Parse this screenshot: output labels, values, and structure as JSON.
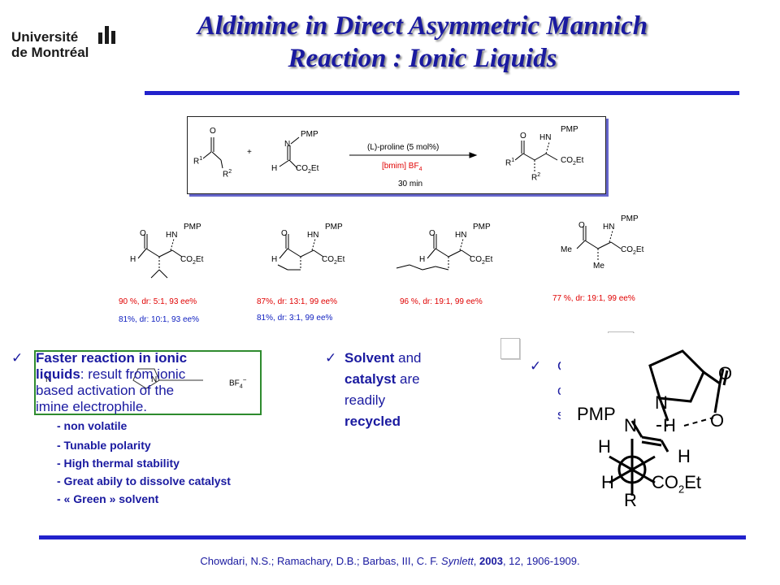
{
  "header": {
    "logo_line1": "Université",
    "logo_line2": "de Montréal",
    "title_line1": "Aldimine in Direct Asymmetric Mannich",
    "title_line2": "Reaction : Ionic Liquids"
  },
  "scheme": {
    "reactant1_o": "O",
    "reactant1_r1": "R",
    "reactant1_r1_sup": "1",
    "reactant1_r2": "R",
    "reactant1_r2_sup": "2",
    "plus": "+",
    "imine_pmp": "PMP",
    "imine_n": "N",
    "imine_h": "H",
    "imine_co2et": "CO",
    "imine_co2et_sub": "2",
    "imine_co2et_tail": "Et",
    "arrow_top": "(L)-proline (5 mol%)",
    "arrow_bottom_solvent": "[bmim] BF",
    "arrow_bottom_solvent_sub": "4",
    "arrow_time": "30 min",
    "product_o": "O",
    "product_hn": "HN",
    "product_pmp": "PMP",
    "product_r1": "R",
    "product_r1_sup": "1",
    "product_r2": "R",
    "product_r2_sup": "2",
    "product_co2et": "CO",
    "product_co2et_sub": "2",
    "product_co2et_tail": "Et"
  },
  "examples": [
    {
      "o": "O",
      "hn": "HN",
      "pmp": "PMP",
      "h": "H",
      "co2et": "CO",
      "sub": "2",
      "tail": "Et",
      "line1": "90 %, dr: 5:1, 93 ee%",
      "line2": "81%, dr: 10:1, 93 ee%"
    },
    {
      "o": "O",
      "hn": "HN",
      "pmp": "PMP",
      "h": "H",
      "co2et": "CO",
      "sub": "2",
      "tail": "Et",
      "line1": "87%, dr: 13:1, 99 ee%",
      "line2": "81%, dr: 3:1, 99 ee%"
    },
    {
      "o": "O",
      "hn": "HN",
      "pmp": "PMP",
      "h": "H",
      "co2et": "CO",
      "sub": "2",
      "tail": "Et",
      "line1": "96 %, dr: 19:1, 99 ee%",
      "line2": ""
    },
    {
      "o": "O",
      "hn": "HN",
      "pmp": "PMP",
      "me1": "Me",
      "me2": "Me",
      "co2et": "CO",
      "sub": "2",
      "tail": "Et",
      "line1": "77 %, dr: 19:1, 99 ee%",
      "line2": ""
    }
  ],
  "bullets": {
    "b1_bold": "Faster reaction in ionic liquids",
    "b1_rest": ": result from ionic based activation of the imine electrophile.",
    "b1_line1": "Faster reaction in ionic",
    "b1_line2_bold": "liquids",
    "b1_line2_rest": ": result from ionic",
    "b1_line3": "based activation of the",
    "b1_line4": "imine electrophile.",
    "il_label_left": "N",
    "il_label_cation": "N",
    "il_anion": "BF",
    "il_anion_sub": "4",
    "il_charge": "−",
    "sub_items": [
      "- non volatile",
      "- Tunable polarity",
      "- High thermal stability",
      "- Great abily to dissolve catalyst",
      "- « Green » solvent"
    ],
    "b2_line1_bold": "Solvent",
    "b2_line1_rest": " and",
    "b2_line2_bold": "catalyst",
    "b2_line2_rest": " are",
    "b2_line3": "readily",
    "b2_line4": "recycled",
    "b3_c": "C",
    "b3_o": "c",
    "b3_s": "s"
  },
  "ts": {
    "pmp": "PMP",
    "n_left": "N",
    "h_top": "H",
    "n_ring": "N",
    "o_top": "O",
    "o_right": "O",
    "h_left": "H",
    "h_right": "H",
    "h_lower": "H",
    "co2et": "CO",
    "co2et_sub": "2",
    "co2et_tail": "Et",
    "r": "R"
  },
  "reference": {
    "authors": "Chowdari, N.S.; Ramachary, D.B.; Barbas, III, C. F. ",
    "journal": "Synlett",
    "sep1": ", ",
    "year": "2003",
    "rest": ", 12, 1906-1909."
  },
  "colors": {
    "title": "#1a1aa0",
    "rule": "#2222cc",
    "red": "#e00000",
    "blue": "#1020c0",
    "green_box": "#2e8b2e"
  }
}
